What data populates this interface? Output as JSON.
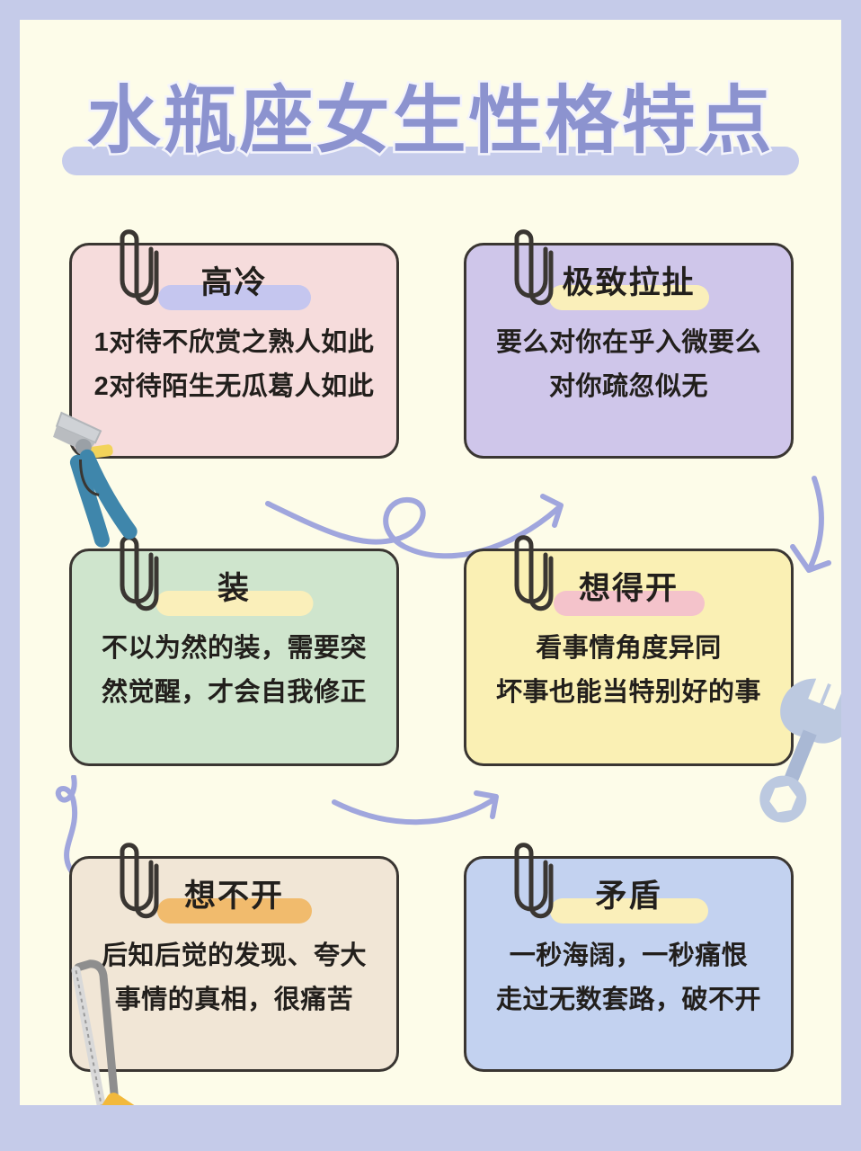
{
  "theme": {
    "outer_border_color": "#c5cbe9",
    "page_background": "#fdfce9",
    "title_color": "#8c93cf",
    "title_bar_color": "#c6cceb",
    "card_border_color": "#3a3632",
    "text_color": "#221f1c",
    "arrow_color": "#a0a6dd"
  },
  "header": {
    "title": "水瓶座女生性格特点"
  },
  "cards": [
    {
      "id": "gaoleng",
      "title": "高冷",
      "lines": [
        "1对待不欣赏之熟人如此",
        "2对待陌生无瓜葛人如此"
      ],
      "bg_color": "#f6dcdc",
      "highlight_color": "#c5c6ef",
      "clip": "paperclip-icon"
    },
    {
      "id": "jizhilache",
      "title": "极致拉扯",
      "lines": [
        "要么对你在乎入微要么",
        "对你疏忽似无"
      ],
      "bg_color": "#cfc6ea",
      "highlight_color": "#faefba",
      "clip": "paperclip-icon"
    },
    {
      "id": "zhuang",
      "title": "装",
      "lines": [
        "不以为然的装，需要突",
        "然觉醒，才会自我修正"
      ],
      "bg_color": "#cfe5cd",
      "highlight_color": "#faefba",
      "clip": "paperclip-icon"
    },
    {
      "id": "xiangdekai",
      "title": "想得开",
      "lines": [
        "看事情角度异同",
        "坏事也能当特别好的事"
      ],
      "bg_color": "#faf0b4",
      "highlight_color": "#f4c3cb",
      "clip": "paperclip-icon"
    },
    {
      "id": "xiangbukai",
      "title": "想不开",
      "lines": [
        "后知后觉的发现、夸大",
        "事情的真相，很痛苦"
      ],
      "bg_color": "#f1e6d6",
      "highlight_color": "#f1bb6d",
      "clip": "paperclip-icon"
    },
    {
      "id": "maodun",
      "title": "矛盾",
      "lines": [
        "一秒海阔，一秒痛恨",
        "走过无数套路，破不开"
      ],
      "bg_color": "#c3d2f0",
      "highlight_color": "#faefba",
      "clip": "paperclip-icon"
    }
  ],
  "decorations": {
    "arrows": [
      {
        "name": "loop-arrow-right",
        "color": "#a0a6dd"
      },
      {
        "name": "curved-arrow-down",
        "color": "#a0a6dd"
      },
      {
        "name": "loop-arrow-down-right",
        "color": "#a0a6dd"
      },
      {
        "name": "curved-arrow-right",
        "color": "#a0a6dd"
      }
    ],
    "tools": [
      {
        "name": "pliers-illustration",
        "handle_color": "#3f86ab",
        "head_color": "#b9bcc0"
      },
      {
        "name": "wrench-illustration",
        "color": "#bcc9e0"
      },
      {
        "name": "hacksaw-illustration",
        "handle_color": "#f2b93c",
        "frame_color": "#9a9a9a"
      }
    ]
  }
}
